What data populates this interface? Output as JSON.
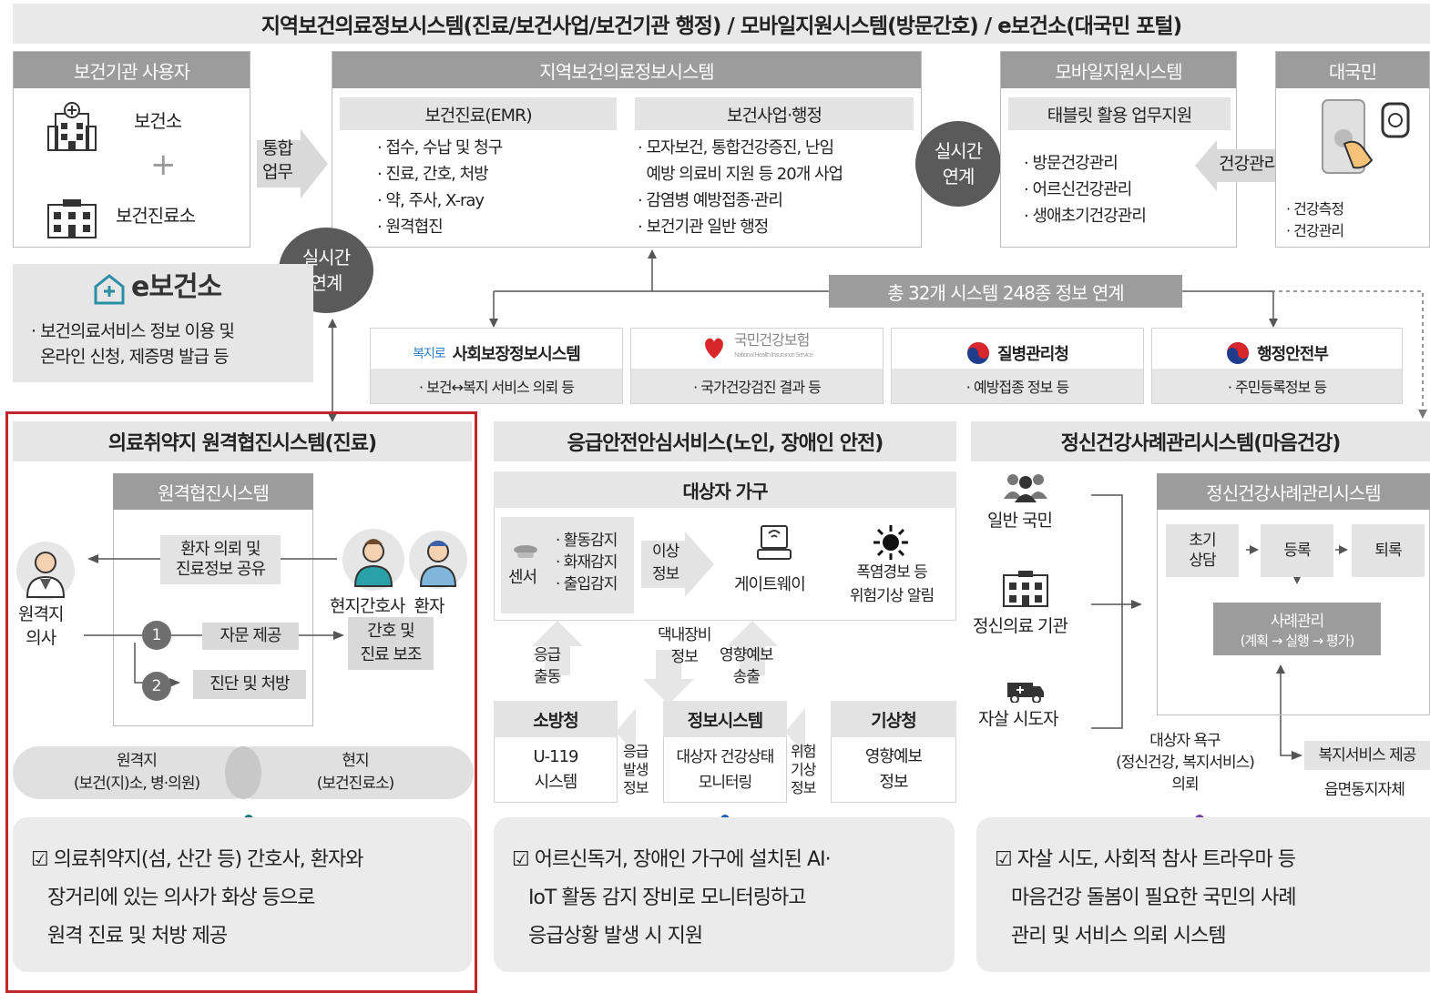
{
  "banner": "지역보건의료정보시스템(진료/보건사업/보건기관 행정) / 모바일지원시스템(방문간호) / e보건소(대국민 포털)",
  "users": {
    "title": "보건기관 사용자",
    "health_center": "보건소",
    "plus": "+",
    "clinic": "보건진료소",
    "integration": "통합\n업무"
  },
  "regional": {
    "title": "지역보건의료정보시스템",
    "emr_title": "보건진료(EMR)",
    "emr_items": [
      "· 접수, 수납 및 청구",
      "· 진료, 간호, 처방",
      "· 약, 주사, X-ray",
      "· 원격협진"
    ],
    "admin_title": "보건사업·행정",
    "admin_items": [
      "· 모자보건, 통합건강증진, 난임",
      "  예방 의료비 지원 등 20개 사업",
      "· 감염병 예방접종·관리",
      "· 보건기관 일반 행정"
    ]
  },
  "realtime_label": "실시간\n연계",
  "mobile": {
    "title": "모바일지원시스템",
    "sub": "태블릿 활용 업무지원",
    "items": [
      "· 방문건강관리",
      "· 어르신건강관리",
      "· 생애초기건강관리"
    ],
    "arrow_label": "건강관리"
  },
  "citizen": {
    "title": "대국민",
    "items": [
      "· 건강측정",
      "· 건강관리"
    ]
  },
  "ehealth": {
    "logo": "e보건소",
    "desc": "· 보건의료서비스 정보 이용 및\n  온라인 신청, 제증명 발급 등"
  },
  "link_total": "총 32개 시스템 248종 정보 연계",
  "orgs": [
    {
      "name": "사회보장정보시스템",
      "logo_text": "복지로",
      "desc": "· 보건↔복지 서비스 의뢰 등"
    },
    {
      "name": "국민건강보험",
      "logo_sub": "National Health Insurance Service",
      "desc": "· 국가건강검진 결과 등"
    },
    {
      "name": "질병관리청",
      "desc": "· 예방접종 정보 등"
    },
    {
      "name": "행정안전부",
      "desc": "· 주민등록정보 등"
    }
  ],
  "telemed": {
    "title": "의료취약지 원격협진시스템(진료)",
    "sys_title": "원격협진시스템",
    "share": "환자 의뢰 및\n진료정보 공유",
    "remote_doctor": "원격지\n의사",
    "nurse_patient": "현지간호사  환자",
    "step1": "1",
    "advice": "자문 제공",
    "nursing": "간호 및\n진료 보조",
    "step2": "2",
    "diagnosis": "진단 및 처방",
    "remote_site": "원격지\n(보건(지)소, 병·의원)",
    "local_site": "현지\n(보건진료소)",
    "summary": [
      "☑ 의료취약지(섬, 산간 등) 간호사, 환자와",
      "   장거리에 있는 의사가 화상 등으로",
      "   원격 진료 및 처방 제공"
    ]
  },
  "emergency": {
    "title": "응급안전안심서비스(노인, 장애인 안전)",
    "household": "대상자 가구",
    "sensor": "센서",
    "sensor_items": [
      "· 활동감지",
      "· 화재감지",
      "· 출입감지"
    ],
    "abnormal": "이상\n정보",
    "gateway": "게이트웨이",
    "heat": "폭염경보 등\n위험기상 알림",
    "dispatch": "응급\n출동",
    "device_info": "댁내장비\n정보",
    "forecast_send": "영향예보\n송출",
    "fire": "소방청",
    "fire_sys": "U-119\n시스템",
    "emergency_info": "응급\n발생\n정보",
    "info_sys": "정보시스템",
    "monitor": "대상자 건강상태\n모니터링",
    "danger_info": "위험\n기상\n정보",
    "kma": "기상청",
    "forecast": "영향예보\n정보",
    "summary": [
      "☑ 어르신독거, 장애인 가구에 설치된 AI·",
      "   IoT 활동 감지 장비로 모니터링하고",
      "   응급상황 발생 시 지원"
    ]
  },
  "mental": {
    "title": "정신건강사례관리시스템(마음건강)",
    "public": "일반 국민",
    "institution": "정신의료 기관",
    "suicide": "자살 시도자",
    "sys_title": "정신건강사례관리시스템",
    "initial": "초기\n상담",
    "register": "등록",
    "exit": "퇴록",
    "case": "사례관리",
    "case_sub": "(계획 → 실행 → 평가)",
    "needs": "대상자 욕구\n(정신건강, 복지서비스)\n의뢰",
    "welfare": "복지서비스 제공",
    "local_gov": "읍면동지자체",
    "summary": [
      "☑ 자살 시도, 사회적 참사 트라우마 등",
      "   마음건강 돌봄이 필요한 국민의 사례",
      "   관리 및 서비스 의뢰 시스템"
    ]
  },
  "colors": {
    "header": "#9c9c9c",
    "highlight": "#c0272d",
    "circle": "#5a5a5a",
    "dot1": "#1a7a7a",
    "dot2": "#1f5fb0",
    "dot3": "#7a3fa8"
  }
}
